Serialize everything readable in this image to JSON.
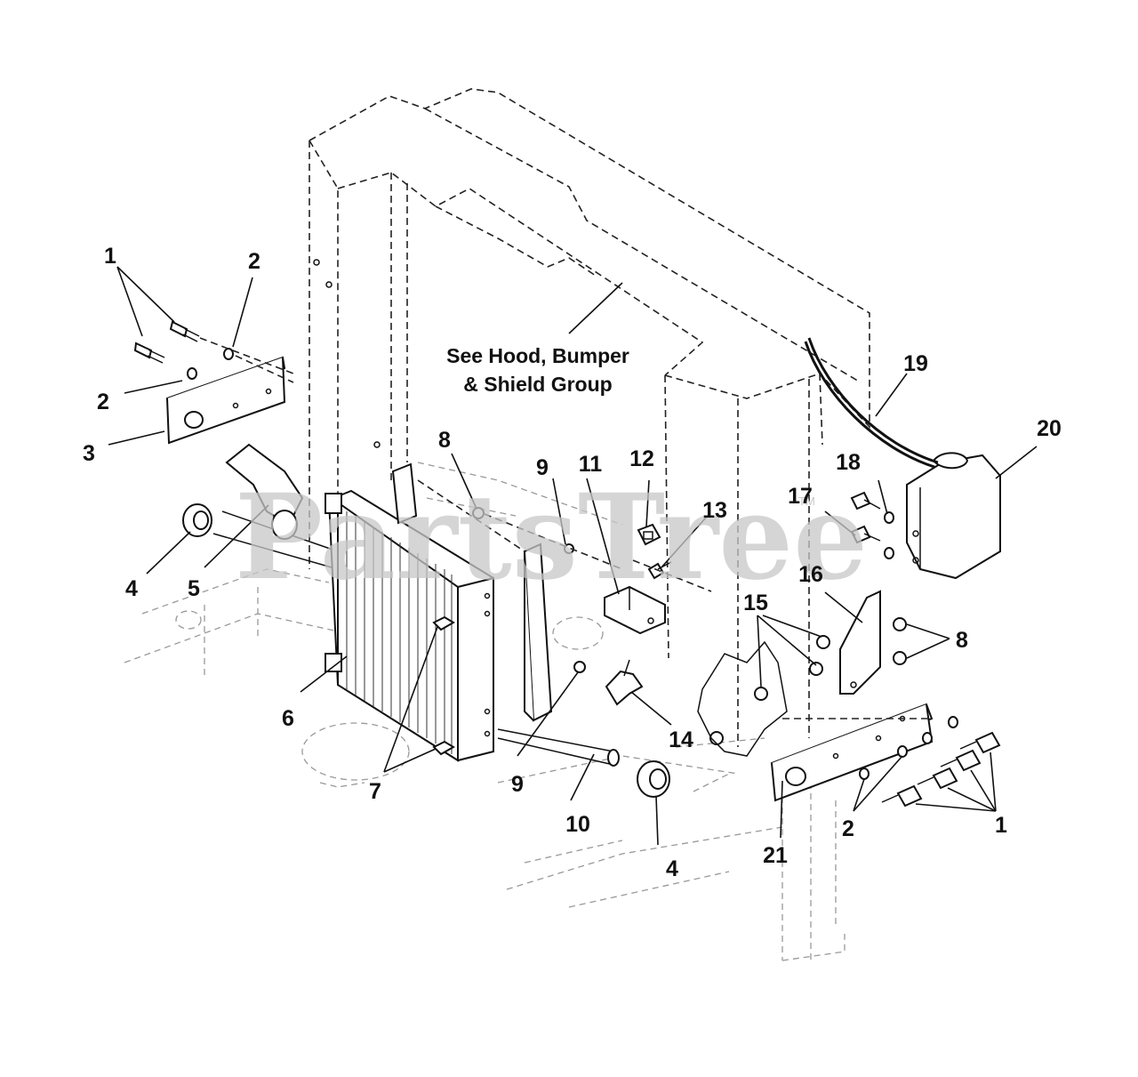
{
  "diagram": {
    "note_line1": "See Hood, Bumper",
    "note_line2": "& Shield Group",
    "watermark": "PartsTree",
    "watermark_tm": "TM",
    "callouts": [
      {
        "id": "c1a",
        "label": "1"
      },
      {
        "id": "c2a",
        "label": "2"
      },
      {
        "id": "c2b",
        "label": "2"
      },
      {
        "id": "c3",
        "label": "3"
      },
      {
        "id": "c4a",
        "label": "4"
      },
      {
        "id": "c5",
        "label": "5"
      },
      {
        "id": "c6",
        "label": "6"
      },
      {
        "id": "c7",
        "label": "7"
      },
      {
        "id": "c8a",
        "label": "8"
      },
      {
        "id": "c9a",
        "label": "9"
      },
      {
        "id": "c11",
        "label": "11"
      },
      {
        "id": "c12",
        "label": "12"
      },
      {
        "id": "c13",
        "label": "13"
      },
      {
        "id": "c14",
        "label": "14"
      },
      {
        "id": "c9b",
        "label": "9"
      },
      {
        "id": "c10",
        "label": "10"
      },
      {
        "id": "c4b",
        "label": "4"
      },
      {
        "id": "c15",
        "label": "15"
      },
      {
        "id": "c16",
        "label": "16"
      },
      {
        "id": "c8b",
        "label": "8"
      },
      {
        "id": "c17",
        "label": "17"
      },
      {
        "id": "c18",
        "label": "18"
      },
      {
        "id": "c19",
        "label": "19"
      },
      {
        "id": "c20",
        "label": "20"
      },
      {
        "id": "c21",
        "label": "21"
      },
      {
        "id": "c2c",
        "label": "2"
      },
      {
        "id": "c1b",
        "label": "1"
      }
    ]
  }
}
